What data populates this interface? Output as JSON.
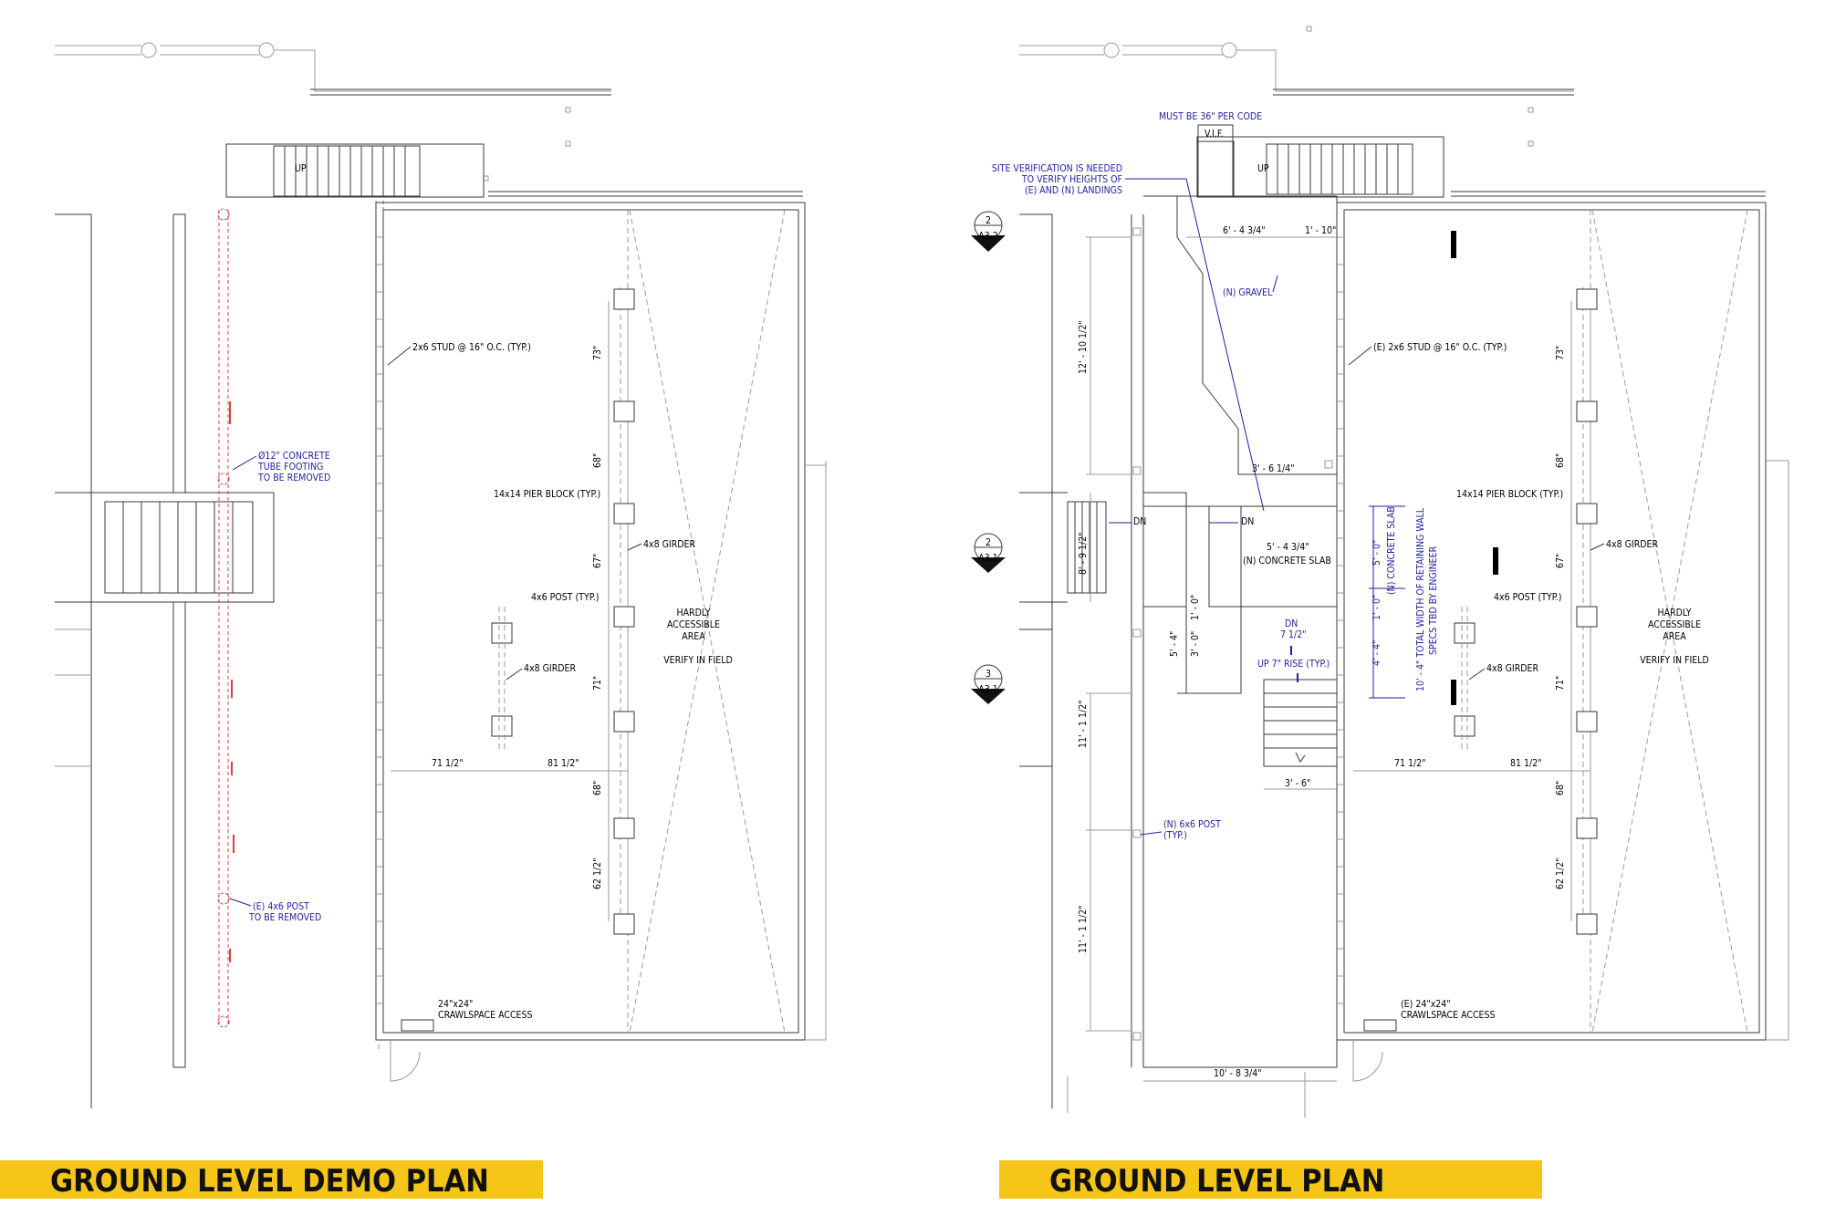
{
  "titles": {
    "demo": "GROUND LEVEL DEMO PLAN",
    "plan": "GROUND LEVEL PLAN"
  },
  "demo": {
    "up": "UP",
    "stud": "2x6 STUD @ 16\" O.C. (TYP.)",
    "footing": [
      "Ø12\" CONCRETE",
      "TUBE FOOTING",
      "TO BE REMOVED"
    ],
    "pier": "14x14 PIER BLOCK (TYP.)",
    "girder1": "4x8 GIRDER",
    "post": "4x6 POST (TYP.)",
    "girder2": "4x8 GIRDER",
    "hardly": [
      "HARDLY",
      "ACCESSIBLE",
      "AREA"
    ],
    "verify": "VERIFY IN FIELD",
    "dim_a": "71 1/2\"",
    "dim_b": "81 1/2\"",
    "post_remove": [
      "(E) 4x6 POST",
      "TO BE REMOVED"
    ],
    "crawl": [
      "24\"x24\"",
      "CRAWLSPACE ACCESS"
    ],
    "vdims": [
      "73\"",
      "68\"",
      "67\"",
      "71\"",
      "68\"",
      "62 1/2\""
    ]
  },
  "plan": {
    "must": "MUST BE 36\" PER CODE",
    "vif": "V.I.F.",
    "site": [
      "SITE VERIFICATION IS NEEDED",
      "TO VERIFY HEIGHTS OF",
      "(E) AND (N) LANDINGS"
    ],
    "up": "UP",
    "dim_top1": "6' - 4 3/4\"",
    "dim_top2": "1' - 10\"",
    "gravel": "(N) GRAVEL",
    "stud": "(E) 2x6 STUD @ 16\" O.C. (TYP.)",
    "dim_12": "12' - 10 1/2\"",
    "dim_36": "3' - 6 1/4\"",
    "dn1": "DN",
    "dn2": "DN",
    "dim_8": "8' - 9 1/2\"",
    "dim_54": "5' - 4 3/4\"",
    "slab": "(N) CONCRETE SLAB",
    "dn3": "DN",
    "dn3b": "7 1/2\"",
    "up_rise": "UP 7\" RISE (TYP.)",
    "dim_10": "1' - 0\"",
    "dim_30": "3' - 0\"",
    "dim_54b": "5' - 4\"",
    "dim_36b": "3' - 6\"",
    "dim_11a": "11' - 1 1/2\"",
    "dim_11b": "11' - 1 1/2\"",
    "new_post": [
      "(N) 6x6 POST",
      "(TYP.)"
    ],
    "dim_10b": "10' - 8 3/4\"",
    "rot_slab": "(N) CONCRETE SLAB",
    "rot_wall": [
      "10' - 4\" TOTAL WIDTH OF RETAINING WALL",
      "SPECS TBD BY ENGINEER"
    ],
    "rot_50": "5' - 0\"",
    "rot_10": "1' - 0\"",
    "rot_44": "4' - 4\"",
    "pier": "14x14 PIER BLOCK (TYP.)",
    "girder1": "4x8 GIRDER",
    "post": "4x6 POST (TYP.)",
    "girder2": "4x8 GIRDER",
    "hardly": [
      "HARDLY",
      "ACCESSIBLE",
      "AREA"
    ],
    "verify": "VERIFY IN FIELD",
    "dim_a": "71 1/2\"",
    "dim_b": "81 1/2\"",
    "crawl": [
      "(E) 24\"x24\"",
      "CRAWLSPACE ACCESS"
    ],
    "vdims": [
      "73\"",
      "68\"",
      "67\"",
      "71\"",
      "68\"",
      "62 1/2\""
    ],
    "sections": [
      {
        "num": "2",
        "sheet": "A3.2"
      },
      {
        "num": "2",
        "sheet": "A3.1"
      },
      {
        "num": "3",
        "sheet": "A3.1"
      }
    ]
  }
}
